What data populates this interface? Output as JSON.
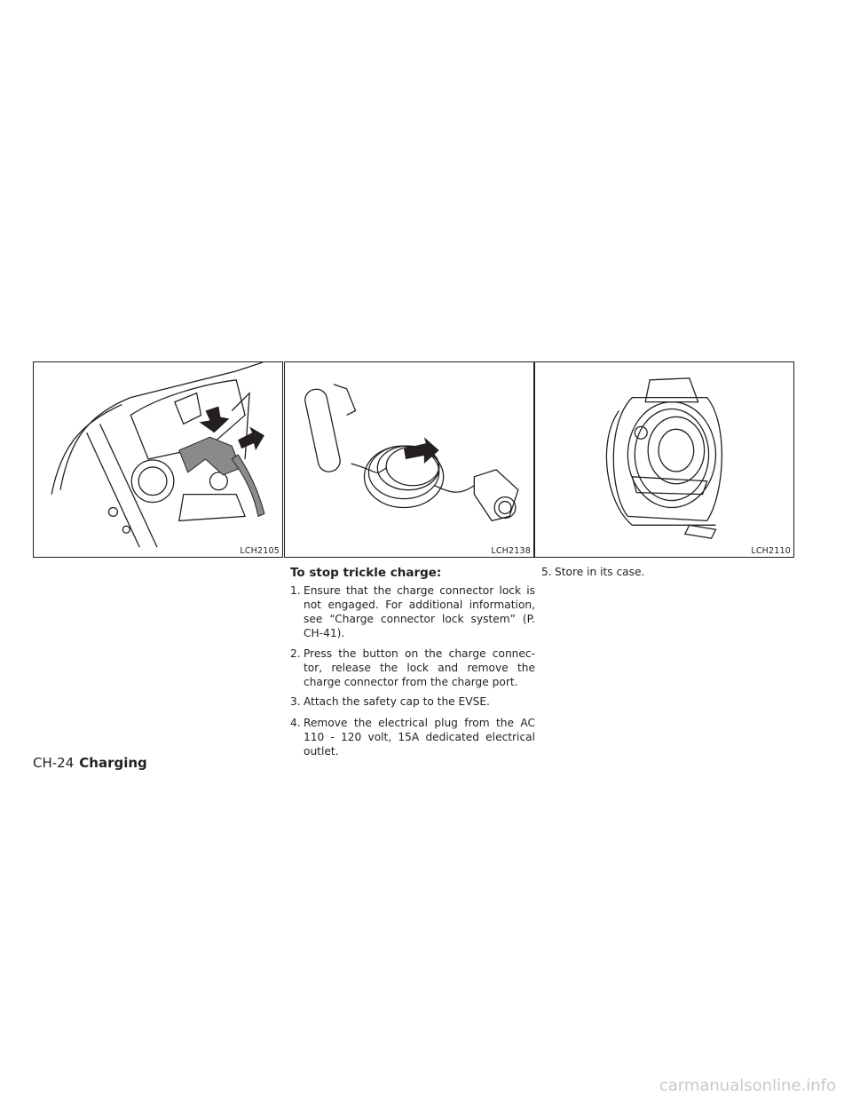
{
  "figures": [
    {
      "code": "LCH2105",
      "icon": "charge-connector-removal-illustration"
    },
    {
      "code": "LCH2138",
      "icon": "trickle-charge-cable-illustration"
    },
    {
      "code": "LCH2110",
      "icon": "cable-storage-case-illustration"
    }
  ],
  "section": {
    "heading": "To stop trickle charge:",
    "steps": [
      {
        "num": "1.",
        "text": "Ensure that the charge connector lock is not engaged. For additional information, see “Charge connector lock system” (P. CH-41)."
      },
      {
        "num": "2.",
        "text": "Press the button on the charge connec- tor, release the lock and remove the charge connector from the charge port."
      },
      {
        "num": "3.",
        "text": "Attach the safety cap to the EVSE."
      },
      {
        "num": "4.",
        "text": "Remove the electrical plug from the AC 110 - 120 volt, 15A dedicated electrical outlet."
      },
      {
        "num": "5.",
        "text": "Store in its case."
      }
    ]
  },
  "footer": {
    "page": "CH-24",
    "section": "Charging"
  },
  "watermark": "carmanualsonline.info"
}
